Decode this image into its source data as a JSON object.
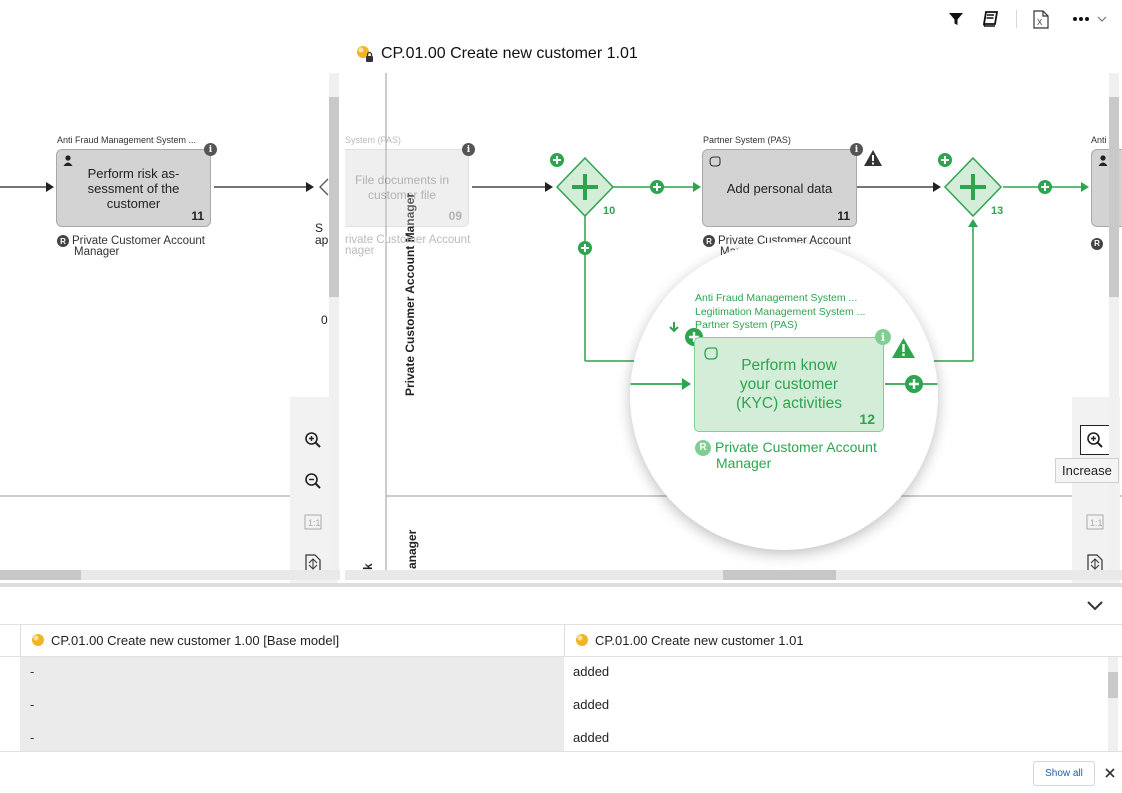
{
  "toolbar": {
    "icons": [
      "filter-icon",
      "book-icon",
      "excel-export-icon",
      "more-icon"
    ]
  },
  "compare_title": "CP.01.00 Create new customer 1.01",
  "left_diagram": {
    "lane_label": "Anti Fraud Management System ...",
    "task_label": "Perform risk as-\nsessment of the\ncustomer",
    "task_number": "11",
    "role_line1": "Private Customer Account",
    "role_line2": "Manager",
    "partial_s": "S",
    "partial_ap": "ap",
    "partial_0": "0"
  },
  "right_diagram": {
    "vertical_lane": "Private Customer Account Manager",
    "vertical_lane_lower": "anager",
    "vertical_lane_lower2": "k",
    "faded_lane": "System (PAS)",
    "faded_task": "File documents in customer file",
    "faded_number": "09",
    "faded_role": "rivate Customer Account",
    "faded_role2": "nager",
    "gateway1_number": "10",
    "gateway2_number": "13",
    "task2_lane": "Partner System (PAS)",
    "task2_label": "Add personal data",
    "task2_number": "11",
    "task2_role_line1": "Private Customer Account",
    "task2_role_line2": "Manager",
    "right_lane_partial": "Anti",
    "magnified": {
      "lane1": "Anti Fraud Management System ...",
      "lane2": "Legitimation Management System ...",
      "lane3": "Partner System (PAS)",
      "task_label": "Perform know\nyour customer\n(KYC) activities",
      "task_number": "12",
      "role_line1": "Private Customer Account",
      "role_line2": "Manager"
    }
  },
  "zoom_tooltip": "Increase",
  "table": {
    "col1_header": "CP.01.00 Create new customer 1.00 [Base model]",
    "col2_header": "CP.01.00 Create new customer 1.01",
    "rows": [
      {
        "base": "-",
        "new": "added"
      },
      {
        "base": "-",
        "new": "added"
      },
      {
        "base": "-",
        "new": "added"
      }
    ]
  },
  "show_all_label": "Show all",
  "colors": {
    "added_green": "#2ea44f",
    "added_fill": "#d4edd9",
    "task_gray": "#d3d3d3"
  }
}
